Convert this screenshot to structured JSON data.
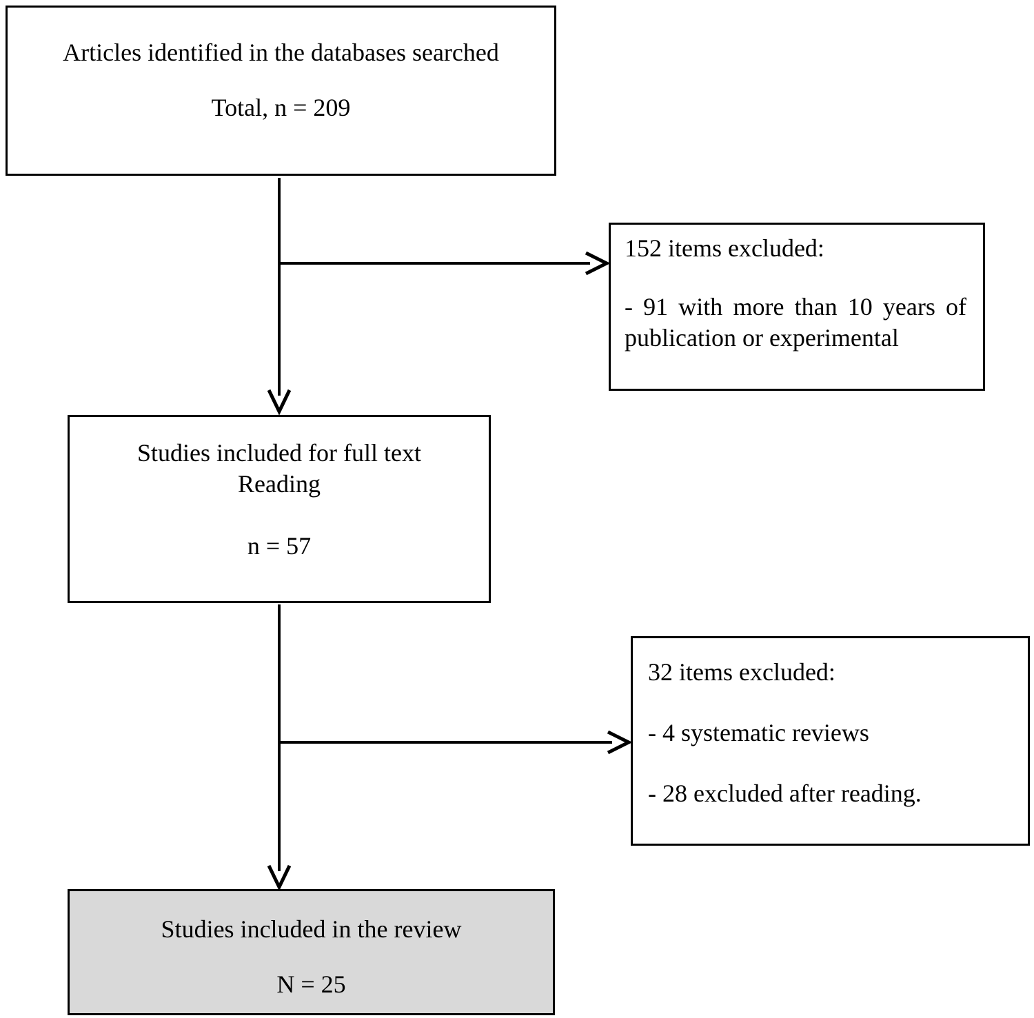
{
  "figure": {
    "kind": "study-selection-flowchart",
    "colors": {
      "background": "#ffffff",
      "border": "#000000",
      "text": "#000000",
      "arrow": "#000000",
      "included_box_fill": "#d9d9d9"
    },
    "nodes": {
      "identified": {
        "title": "Articles identified in the databases searched",
        "count_line": "Total, n = 209"
      },
      "excluded1": {
        "title": "152 items excluded:",
        "body": "- 91 with more than 10 years of publication or experimental"
      },
      "fulltext": {
        "title_line1": "Studies included for full text",
        "title_line2": "Reading",
        "count_line": "n = 57"
      },
      "excluded2": {
        "title": "32 items excluded:",
        "item1": "- 4 systematic reviews",
        "item2": "- 28 excluded after reading."
      },
      "included": {
        "title": "Studies included in the review",
        "count_line": "N = 25"
      }
    }
  }
}
